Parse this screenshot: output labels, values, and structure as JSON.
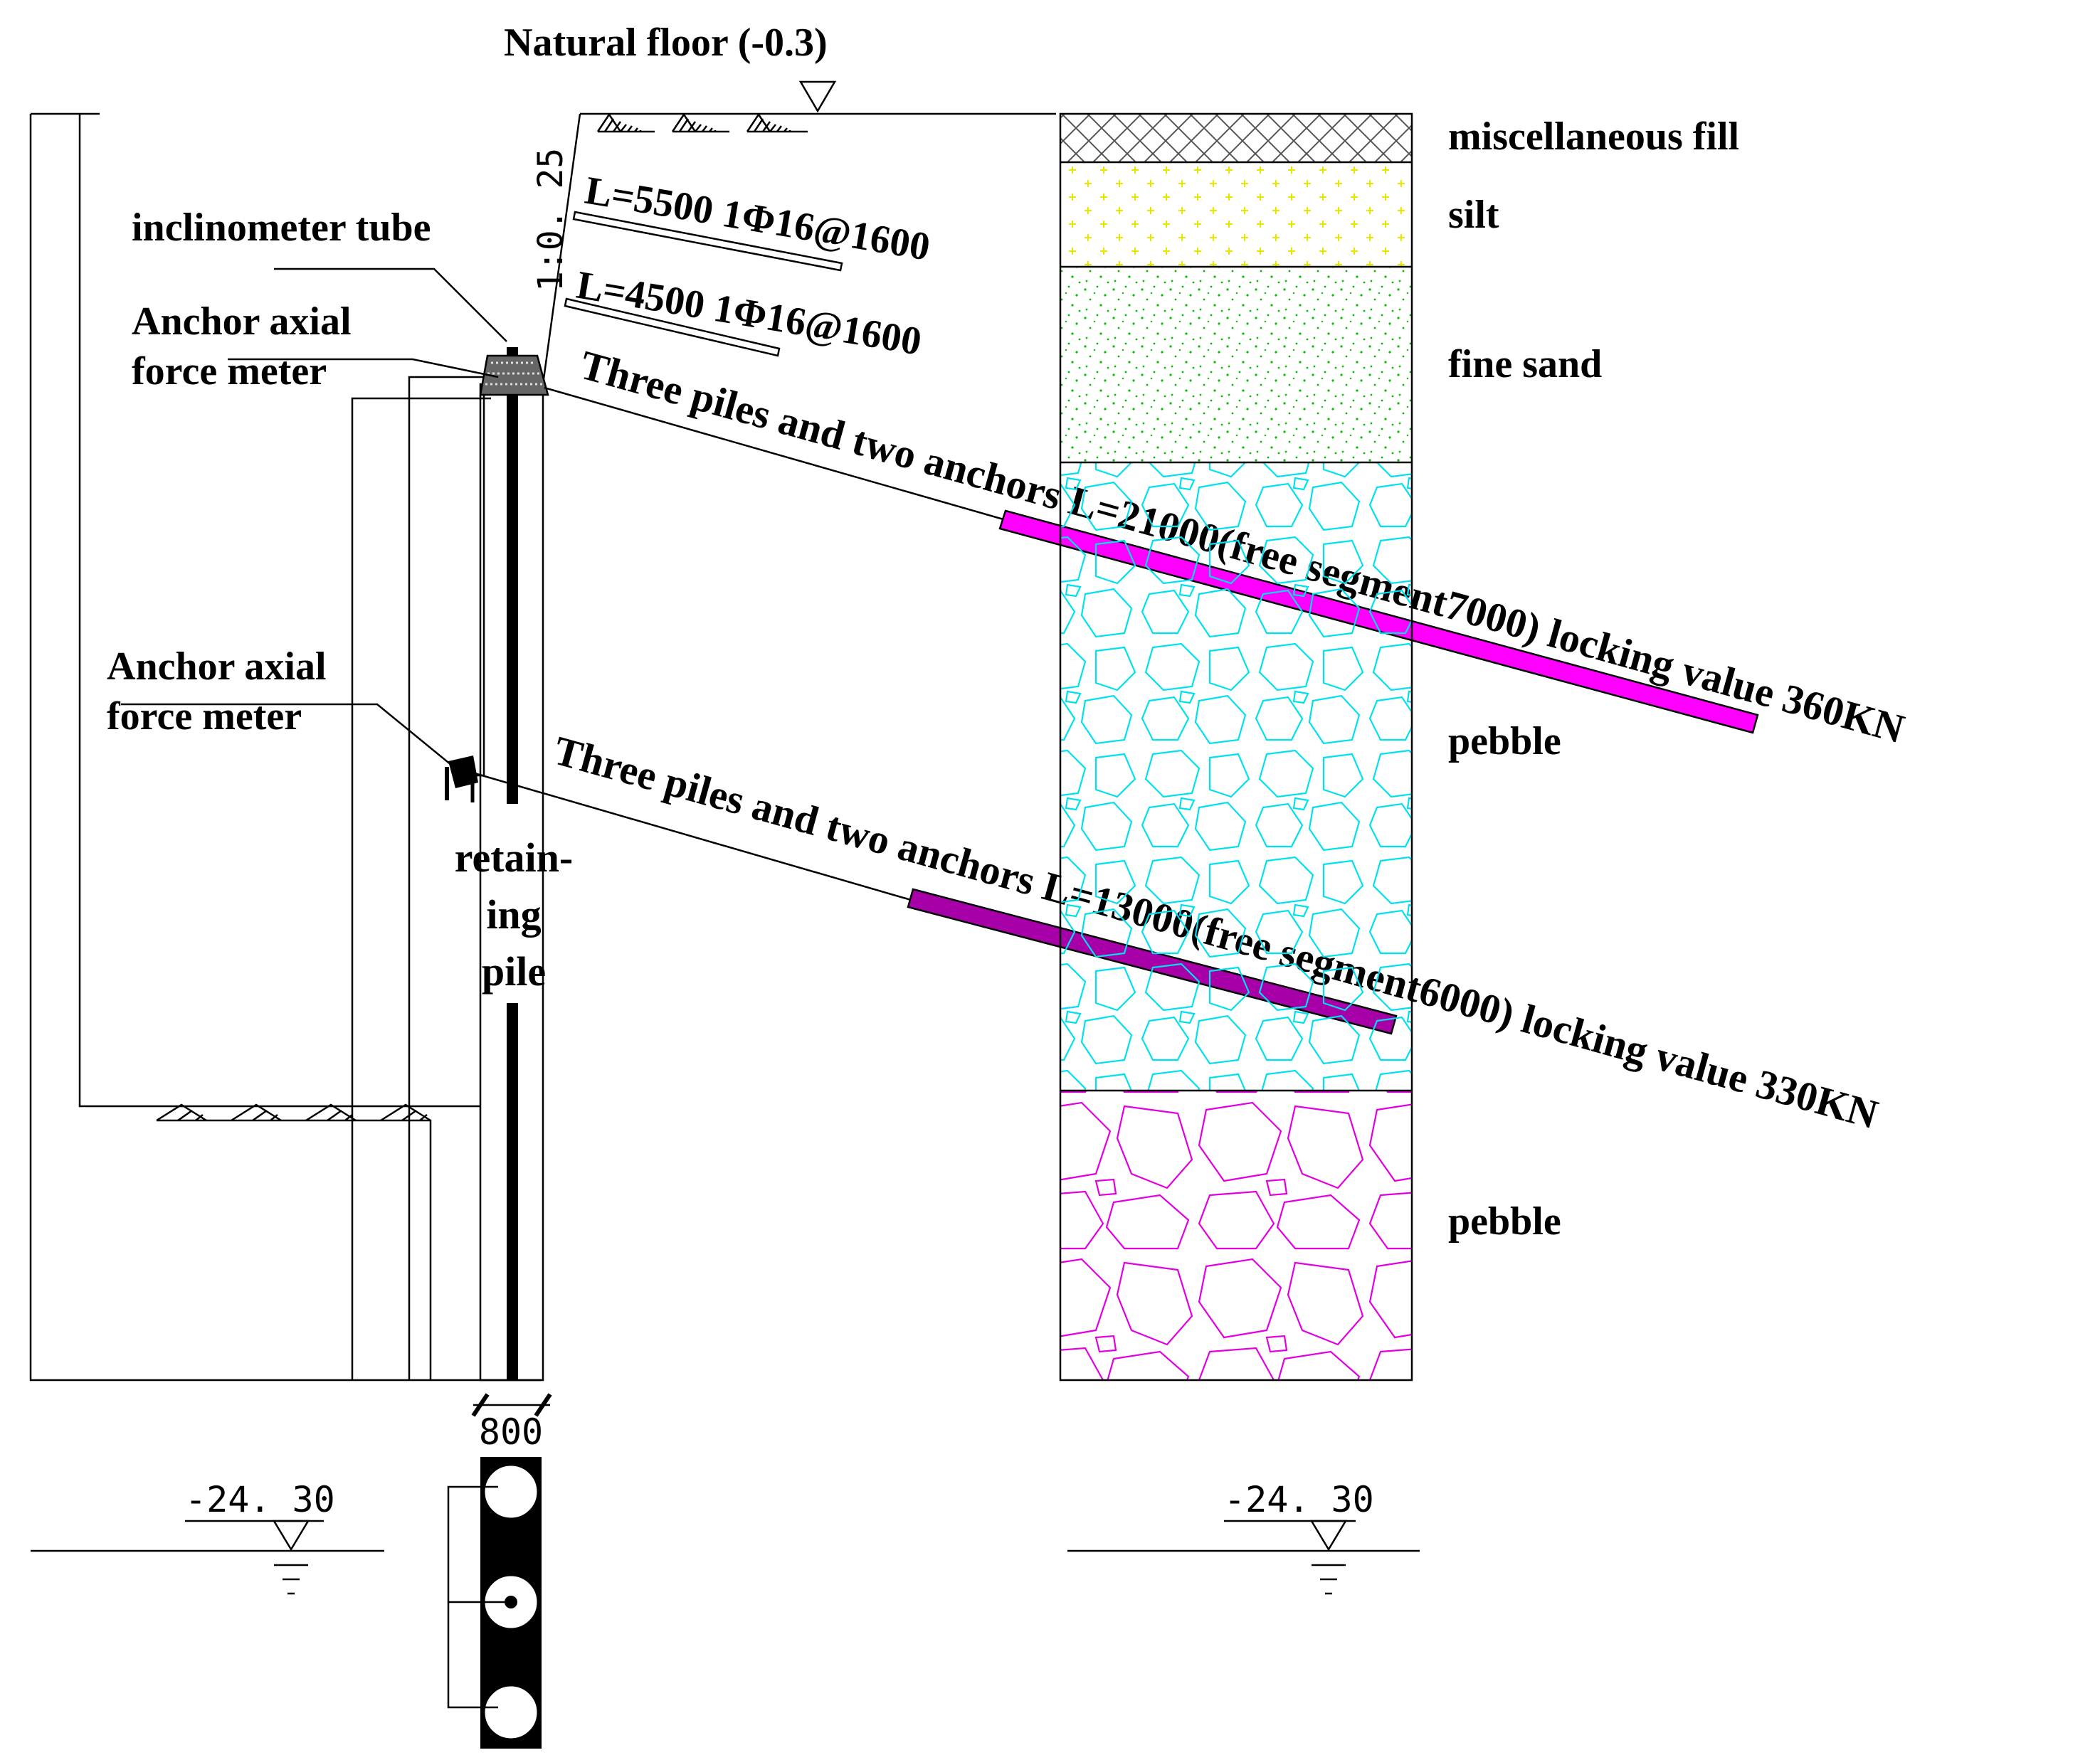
{
  "labels": {
    "natural_floor": "Natural floor (-0.3)",
    "slope_ratio": "1:0. 25",
    "nail_upper": "L=5500 1Φ16@1600",
    "nail_lower": "L=4500 1Φ16@1600",
    "inclinometer": "inclinometer tube",
    "meter_top_line1": "Anchor axial",
    "meter_top_line2": "force meter",
    "meter_mid_line1": "Anchor axial",
    "meter_mid_line2": "force meter",
    "anchor_upper": "Three piles and two anchors L=21000(free segment7000)  locking value 360KN",
    "anchor_lower": "Three piles and two anchors L=13000(free segment6000)  locking value 330KN",
    "pile_line1": "retain-",
    "pile_line2": "ing",
    "pile_line3": "pile",
    "pile_width": "800",
    "elev_left": "-24. 30",
    "elev_right": "-24. 30"
  },
  "soil_layers": [
    {
      "name": "miscellaneous fill",
      "pattern": "crosshatch"
    },
    {
      "name": "silt",
      "pattern": "yellow-plus"
    },
    {
      "name": "fine sand",
      "pattern": "green-dots"
    },
    {
      "name": "pebble",
      "pattern": "cyan-pebbles"
    },
    {
      "name": "pebble",
      "pattern": "magenta-pebbles"
    }
  ],
  "colors": {
    "anchor_upper": "#ff00ff",
    "anchor_lower": "#a800a8",
    "pebble_upper": "#00e0f0",
    "pebble_lower": "#e000e0",
    "silt": "#e6e600",
    "fine_sand": "#00c000"
  }
}
